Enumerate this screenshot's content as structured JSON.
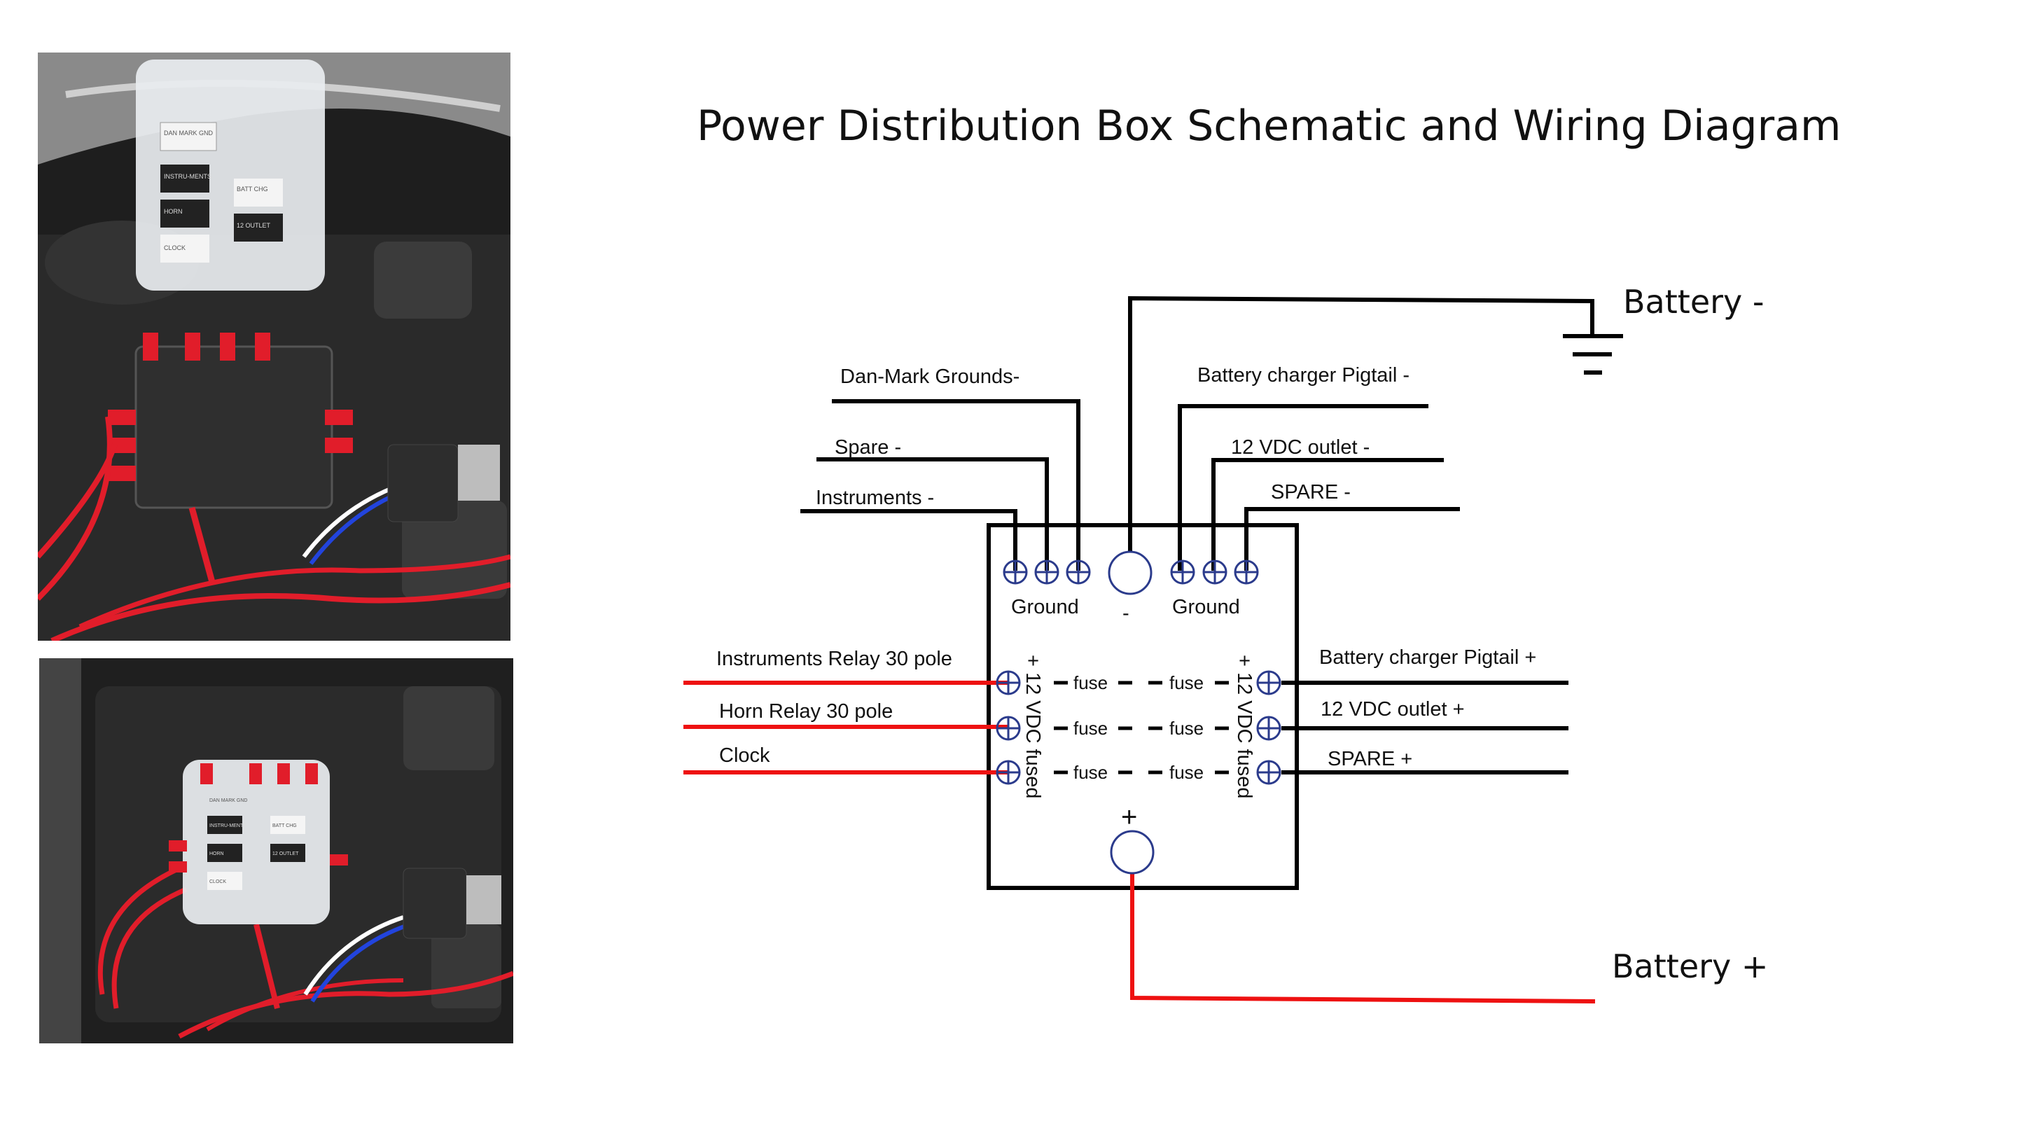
{
  "title": "Power Distribution Box Schematic and Wiring Diagram",
  "photos": {
    "top_labels": [
      "DAN MARK GND",
      "INSTRU-MENTS",
      "BATT CHG",
      "HORN",
      "12 OUTLET",
      "CLOCK"
    ],
    "bottom_labels": [
      "DAN MARK GND",
      "INSTRU-MENTS",
      "BATT CHG",
      "HORN",
      "12 OUTLET",
      "CLOCK"
    ]
  },
  "diagram": {
    "battery_negative": "Battery -",
    "battery_positive": "Battery +",
    "minus_sign": "-",
    "plus_sign": "+",
    "ground_left": "Ground",
    "ground_right": "Ground",
    "negative_left": [
      "Dan-Mark Grounds-",
      "Spare -",
      "Instruments -"
    ],
    "negative_right": [
      "Battery charger Pigtail -",
      "12 VDC outlet -",
      "SPARE -"
    ],
    "positive_left": [
      "Instruments Relay 30 pole",
      "Horn Relay 30 pole",
      "Clock"
    ],
    "positive_right": [
      "Battery charger Pigtail +",
      "12 VDC outlet +",
      "SPARE +"
    ],
    "fuse_label": "fuse",
    "vertical_left": "+ 12 VDC fused",
    "vertical_right": "+ 12 VDC fused"
  },
  "colors": {
    "positive_wire": "#ee1111",
    "negative_wire": "#000000",
    "terminal": "#2b3b8c"
  }
}
